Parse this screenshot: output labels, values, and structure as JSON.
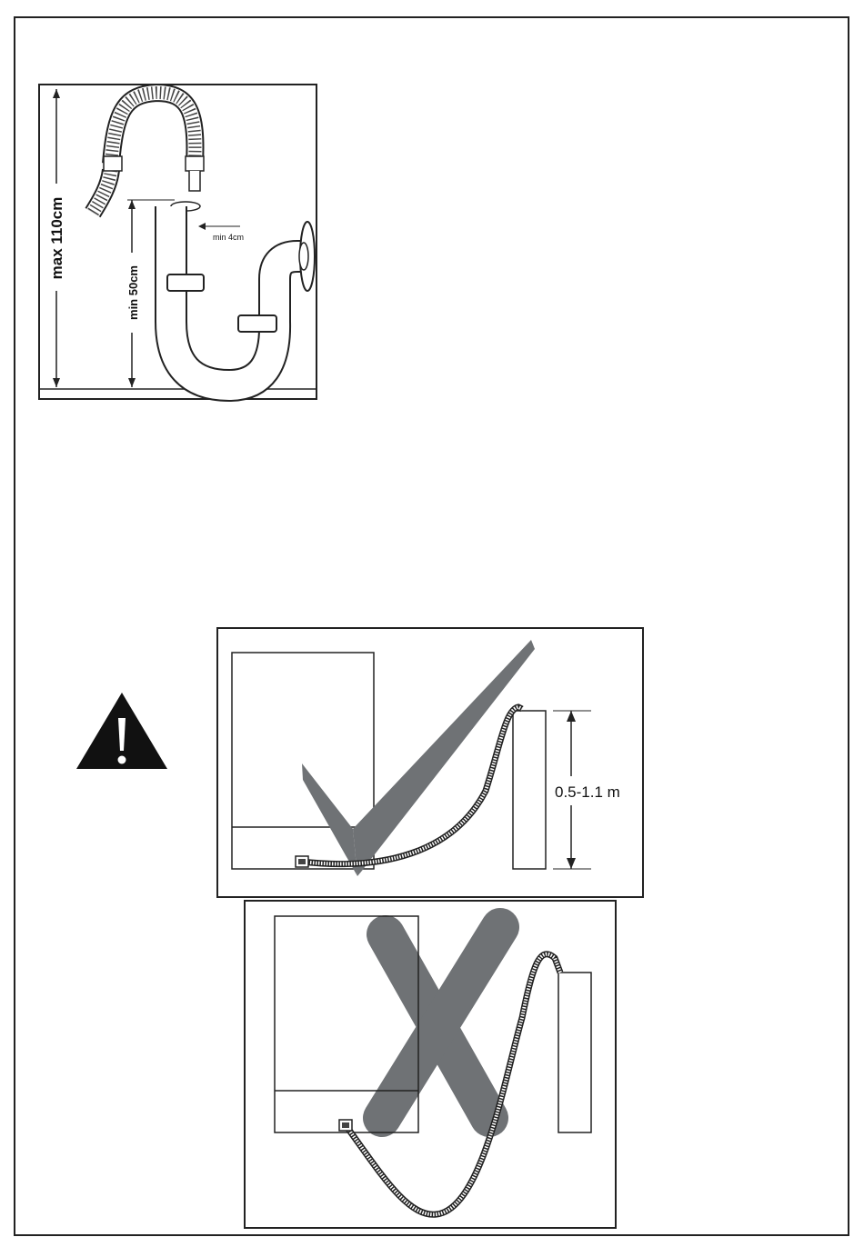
{
  "siphon_figure": {
    "label_max": "max 110cm",
    "label_min_height": "min 50cm",
    "label_min_diameter": "min 4cm"
  },
  "correct_figure": {
    "height_label": "0.5-1.1 m"
  },
  "warning": {
    "icon": "warning-triangle-icon"
  },
  "colors": {
    "check_mark": "#6f7275",
    "cross_mark": "#6f7275",
    "line": "#1a1a1a"
  }
}
